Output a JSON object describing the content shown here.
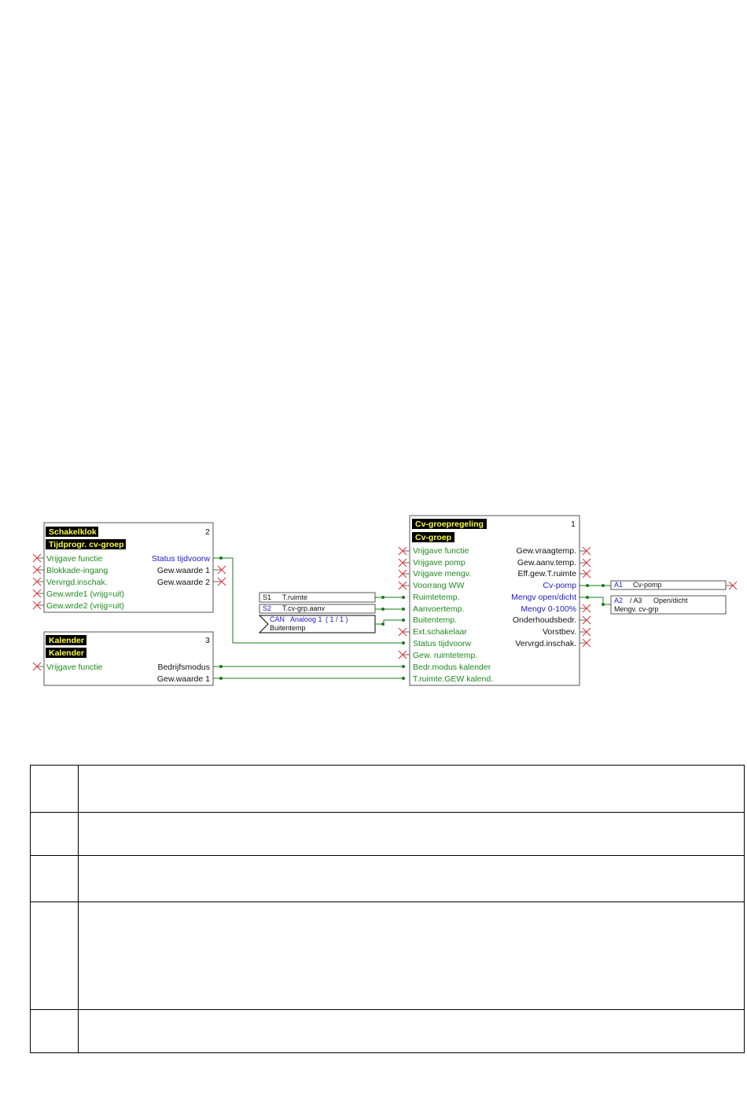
{
  "blocks": {
    "schakelklok": {
      "header1": "Schakelklok",
      "header2": "Tijdprogr. cv-groep",
      "number": "2",
      "inputs": [
        "Vrijgave functie",
        "Blokkade-ingang",
        "Vervrgd.inschak.",
        "Gew.wrde1 (vrijg=uit)",
        "Gew.wrde2 (vrijg=uit)"
      ],
      "outputs": [
        "Status tijdvoorw",
        "Gew.waarde 1",
        "Gew.waarde 2"
      ]
    },
    "kalender": {
      "header1": "Kalender",
      "header2": "Kalender",
      "number": "3",
      "inputs": [
        "Vrijgave functie"
      ],
      "outputs": [
        "Bedrijfsmodus",
        "Gew.waarde 1"
      ]
    },
    "cvgroep": {
      "header1": "Cv-groepregeling",
      "header2": "Cv-groep",
      "number": "1",
      "inputs": [
        "Vrijgave functie",
        "Vrijgave pomp",
        "Vrijgave mengv.",
        "Voorrang WW",
        "Ruimtetemp.",
        "Aanvoertemp.",
        "Buitentemp.",
        "Ext.schakelaar",
        "Status tijdvoorw",
        "Gew. ruimtetemp.",
        "Bedr.modus kalender",
        "T.ruimte.GEW kalend."
      ],
      "outputs": [
        "Gew.vraagtemp.",
        "Gew.aanv.temp.",
        "Eff.gew.T.ruimte",
        "Cv-pomp",
        "Mengv open/dicht",
        "Mengv 0-100%",
        "Onderhoudsbedr.",
        "Vorstbev.",
        "Vervrgd.inschak."
      ]
    }
  },
  "sensors": [
    {
      "id": "S1",
      "name": "T.ruimte"
    },
    {
      "id": "S2",
      "name": "T.cv-grp.aanv"
    }
  ],
  "can_input": {
    "id": "CAN",
    "channel": "Analoog 1",
    "index": "( 1 / 1 )",
    "name": "Buitentemp"
  },
  "outputs_ext": [
    {
      "id": "A1",
      "name": "Cv-pomp"
    },
    {
      "id": "A2",
      "id2": "/ A3",
      "mode": "Open/dicht",
      "name": "Mengv. cv-grp"
    }
  ],
  "colors": {
    "input_label": "#1e8a1e",
    "output_label_blue": "#1c1cc8",
    "wire": "#1a7a1a",
    "unconnected": "#e03030",
    "header_text": "#ffff3a"
  },
  "table_rows": 5
}
